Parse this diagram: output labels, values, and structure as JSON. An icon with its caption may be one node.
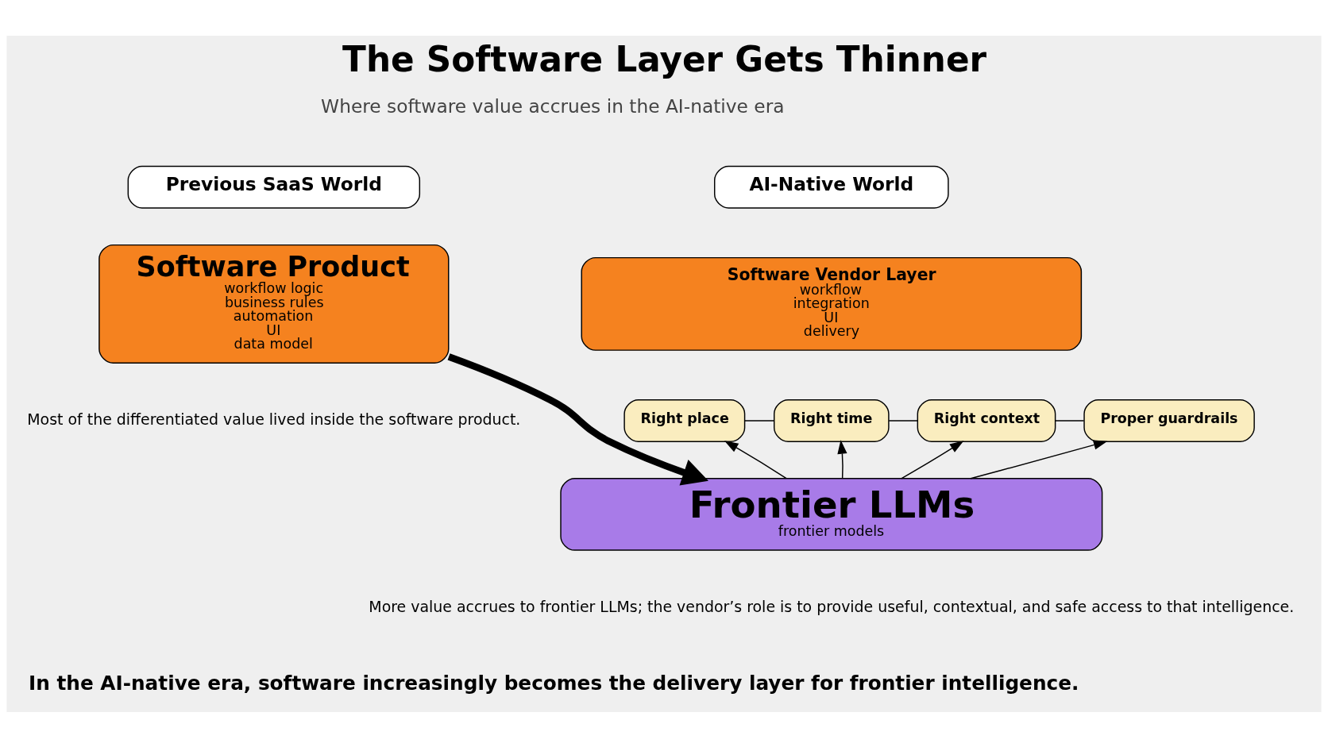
{
  "diagram": {
    "title": "The Software Layer Gets Thinner",
    "caption": "In the AI-native era, software increasingly becomes the delivery layer for frontier intelligence.",
    "nodes": [
      {
        "text": [
          "Previous SaaS World"
        ]
      },
      {
        "text": [
          "Software Product",
          "workflow logic",
          "business rules",
          "automation",
          "UI",
          "data model"
        ],
        "beside": [
          "Most of the differentiated value lived inside the software product."
        ]
      },
      {
        "text": [
          "AI-Native World"
        ]
      },
      {
        "text": [
          "Software Vendor Layer",
          "workflow",
          "integration",
          "UI",
          "delivery"
        ]
      },
      {
        "text": [
          "Right place"
        ]
      },
      {
        "text": [
          "Right time"
        ]
      },
      {
        "text": [
          "Right context"
        ]
      },
      {
        "text": [
          "Proper guardrails"
        ]
      },
      {
        "text": [
          "Frontier LLMs",
          "frontier models"
        ],
        "beside": [
          "More value accrues to frontier LLMs; the vendor’s role is to provide useful, contextual, and safe access to that intelligence."
        ]
      }
    ],
    "edges": [
      {
        "from": 1,
        "to": 8,
        "arrow": "to",
        "style": "thick"
      },
      {
        "from": 4,
        "to": 5,
        "arrow": "none"
      },
      {
        "from": 5,
        "to": 6,
        "arrow": "none"
      },
      {
        "from": 6,
        "to": 7,
        "arrow": "none"
      },
      {
        "from": 8,
        "to": 4,
        "arrow": "to"
      },
      {
        "from": 8,
        "to": 5,
        "arrow": "to"
      },
      {
        "from": 8,
        "to": 6,
        "arrow": "to"
      },
      {
        "from": 8,
        "to": 7,
        "arrow": "to"
      }
    ],
    "labels": [
      "Where software value accrues in the AI-native era"
    ]
  }
}
